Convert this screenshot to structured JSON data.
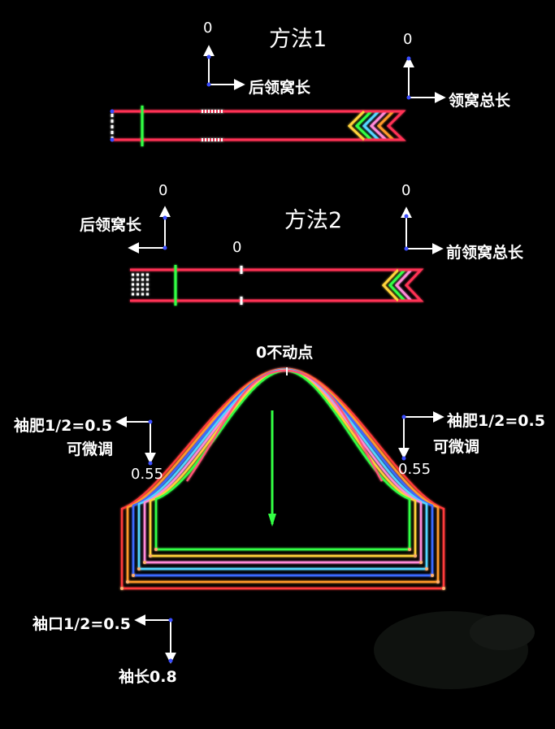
{
  "method1": {
    "title": "方法1",
    "left_zero": "0",
    "left_label": "后领窝长",
    "right_zero": "0",
    "right_label": "领窝总长"
  },
  "method2": {
    "title": "方法2",
    "left_zero": "0",
    "left_label": "后领窝长",
    "mid_zero": "0",
    "right_zero": "0",
    "right_label": "前领窝总长"
  },
  "sleeve": {
    "fixed_point_label": "0不动点",
    "left_bicep_label": "袖肥1/2=0.5",
    "left_adjust_label": "可微调",
    "left_value": "0.55",
    "right_bicep_label": "袖肥1/2=0.5",
    "right_adjust_label": "可微调",
    "right_value": "0.55",
    "cuff_label": "袖口1/2=0.5",
    "length_label": "袖长0.8"
  },
  "colors": {
    "background": "#000000",
    "arrow": "#ffffff",
    "point": "#3a4dff",
    "band_red": "#ff3355",
    "marker_green": "#33ff44",
    "grade_colors": [
      "#33ff44",
      "#ffd23a",
      "#ff8ad8",
      "#55d6ff",
      "#3a6bff",
      "#ff9a2a",
      "#ff3a3a"
    ]
  }
}
